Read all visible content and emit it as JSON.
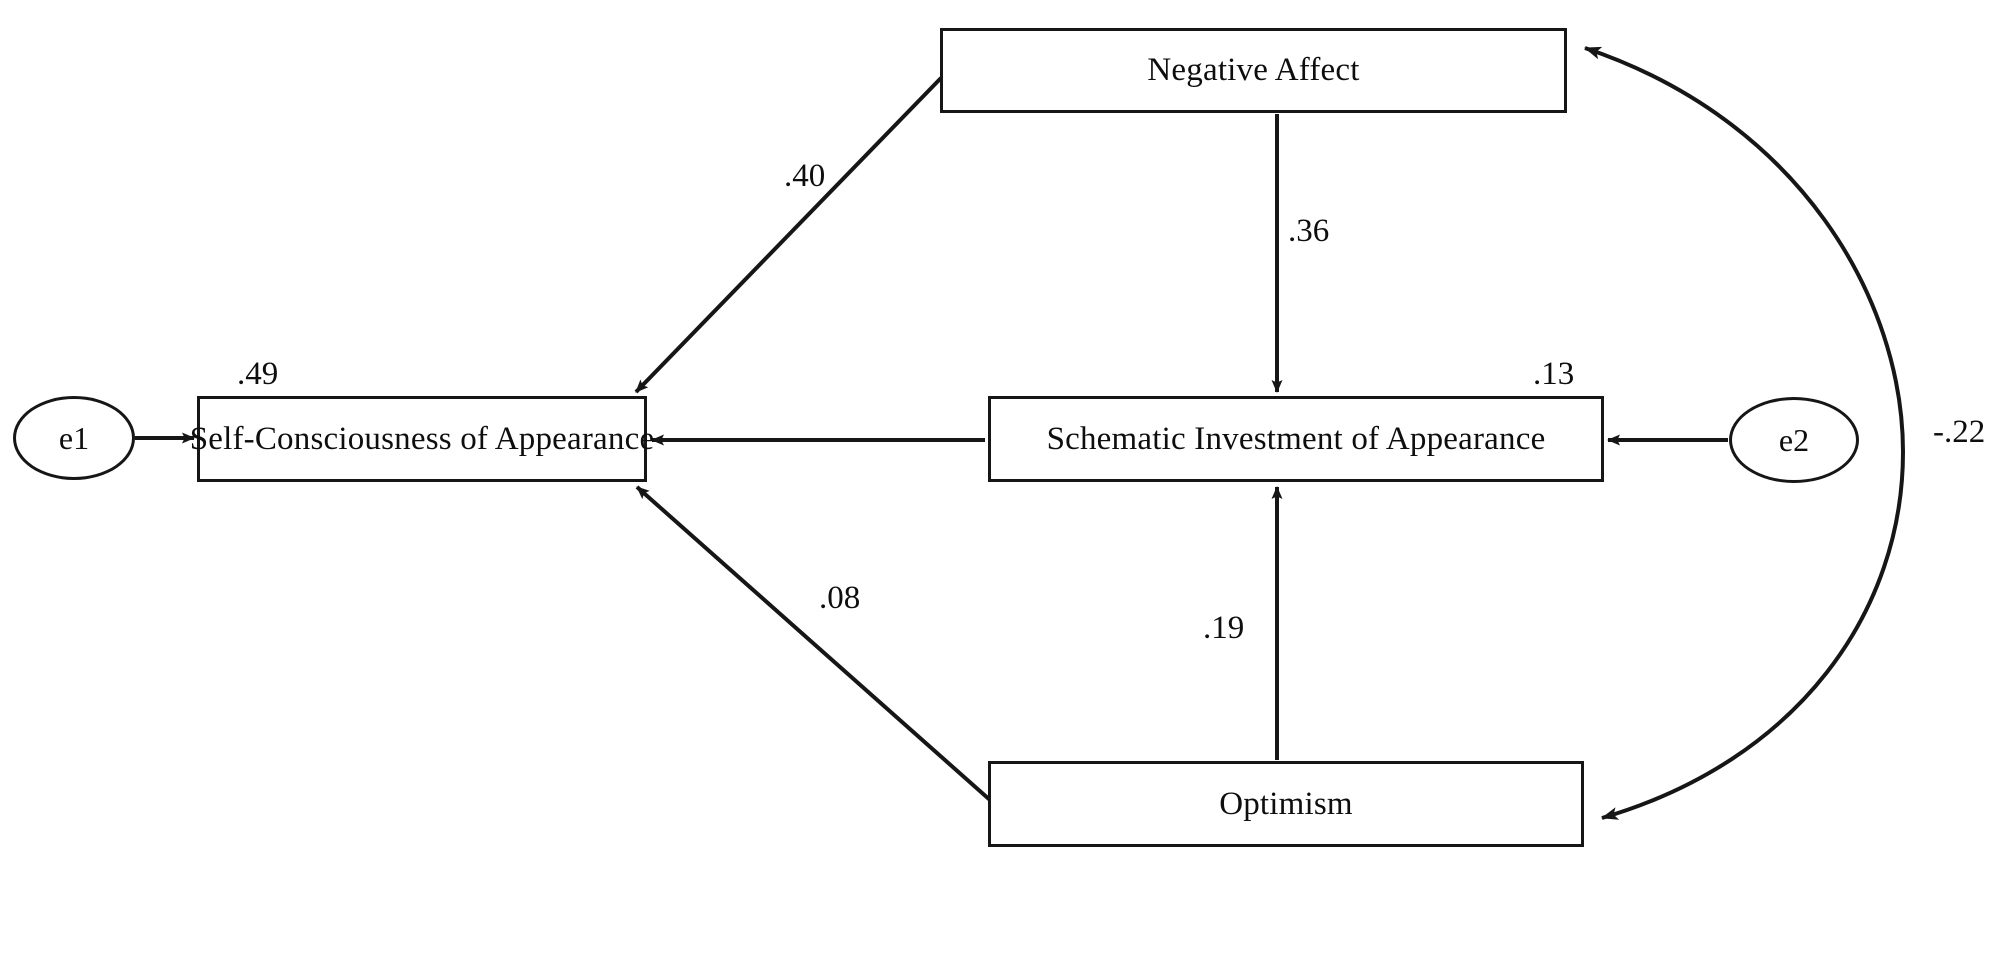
{
  "diagram": {
    "type": "structural-equation-path-diagram",
    "background_color": "#ffffff",
    "stroke_color": "#161616",
    "nodes": [
      {
        "id": "negative_affect",
        "label": "Negative Affect",
        "shape": "rectangle"
      },
      {
        "id": "self_consciousness",
        "label": "Self-Consciousness of Appearance",
        "shape": "rectangle"
      },
      {
        "id": "schematic_investment",
        "label": "Schematic Investment of Appearance",
        "shape": "rectangle"
      },
      {
        "id": "optimism",
        "label": "Optimism",
        "shape": "rectangle"
      },
      {
        "id": "e1",
        "label": "e1",
        "shape": "ellipse"
      },
      {
        "id": "e2",
        "label": "e2",
        "shape": "ellipse"
      }
    ],
    "paths": [
      {
        "id": "na_to_sc",
        "from": "negative_affect",
        "to": "self_consciousness",
        "coefficient": ".40",
        "style": "straight-arrow"
      },
      {
        "id": "na_to_si",
        "from": "negative_affect",
        "to": "schematic_investment",
        "coefficient": ".36",
        "style": "straight-arrow"
      },
      {
        "id": "si_to_sc",
        "from": "schematic_investment",
        "to": "self_consciousness",
        "coefficient": "",
        "style": "straight-arrow"
      },
      {
        "id": "opt_to_sc",
        "from": "optimism",
        "to": "self_consciousness",
        "coefficient": ".08",
        "style": "straight-arrow"
      },
      {
        "id": "opt_to_si",
        "from": "optimism",
        "to": "schematic_investment",
        "coefficient": ".19",
        "style": "straight-arrow"
      },
      {
        "id": "na_opt_cov",
        "from": "optimism",
        "to": "negative_affect",
        "coefficient": "-.22",
        "style": "curved-double-arrow"
      },
      {
        "id": "e1_to_sc",
        "from": "e1",
        "to": "self_consciousness",
        "coefficient": "",
        "style": "straight-arrow"
      },
      {
        "id": "e2_to_si",
        "from": "e2",
        "to": "schematic_investment",
        "coefficient": "",
        "style": "straight-arrow"
      }
    ],
    "variance_explained": [
      {
        "node": "self_consciousness",
        "value": ".49"
      },
      {
        "node": "schematic_investment",
        "value": ".13"
      }
    ],
    "labels": {
      "r_squared_self_consciousness": ".49",
      "r_squared_schematic_investment": ".13",
      "na_to_sc": ".40",
      "na_to_si": ".36",
      "opt_to_sc": ".08",
      "opt_to_si": ".19",
      "na_opt_covariance": "-.22"
    }
  }
}
